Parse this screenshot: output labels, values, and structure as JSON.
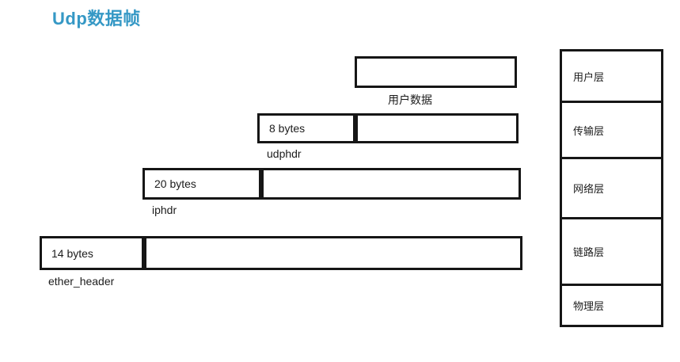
{
  "title": {
    "text": "Udp数据帧",
    "color": "#3598c5"
  },
  "encapsulation": {
    "rows": [
      {
        "id": "user-data",
        "header_size": "",
        "label": "用户数据"
      },
      {
        "id": "udphdr",
        "header_size": "8 bytes",
        "label": "udphdr"
      },
      {
        "id": "iphdr",
        "header_size": "20 bytes",
        "label": "iphdr"
      },
      {
        "id": "ether-header",
        "header_size": "14 bytes",
        "label": "ether_header"
      }
    ]
  },
  "layer_stack": {
    "layers": [
      {
        "label": "用户层"
      },
      {
        "label": "传输层"
      },
      {
        "label": "网络层"
      },
      {
        "label": "链路层"
      },
      {
        "label": "物理层"
      }
    ]
  },
  "colors": {
    "line": "#161616",
    "background": "#ffffff",
    "text": "#1c1c1c"
  }
}
